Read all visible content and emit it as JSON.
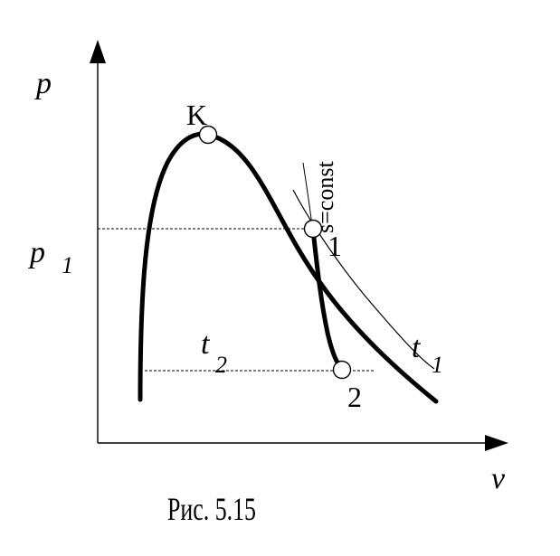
{
  "figure": {
    "caption": "Рис. 5.15",
    "axis_labels": {
      "y": "p",
      "x": "v"
    },
    "pressure_label": "p",
    "pressure_subscript": "1",
    "temperature_low_label": "t",
    "temperature_low_subscript": "2",
    "temperature_high_label": "t",
    "temperature_high_subscript": "1",
    "critical_point_label": "K",
    "point1_label": "1",
    "point2_label": "2",
    "adiabat_label": "s=const"
  },
  "colors": {
    "ink": "#000000",
    "background": "#ffffff"
  }
}
